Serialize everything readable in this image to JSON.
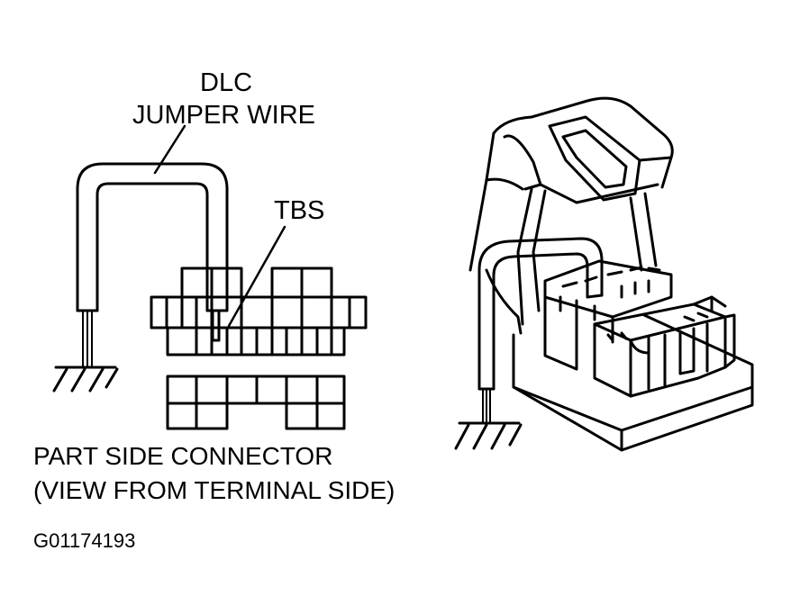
{
  "labels": {
    "dlc": "DLC",
    "jumper_wire": "JUMPER WIRE",
    "tbs": "TBS",
    "caption_line1": "PART SIDE CONNECTOR",
    "caption_line2": "(VIEW FROM TERMINAL SIDE)",
    "figure_id": "G01174193"
  },
  "colors": {
    "line": "#000000",
    "background": "#ffffff"
  },
  "icons": {
    "ground": "ground-symbol-icon"
  }
}
